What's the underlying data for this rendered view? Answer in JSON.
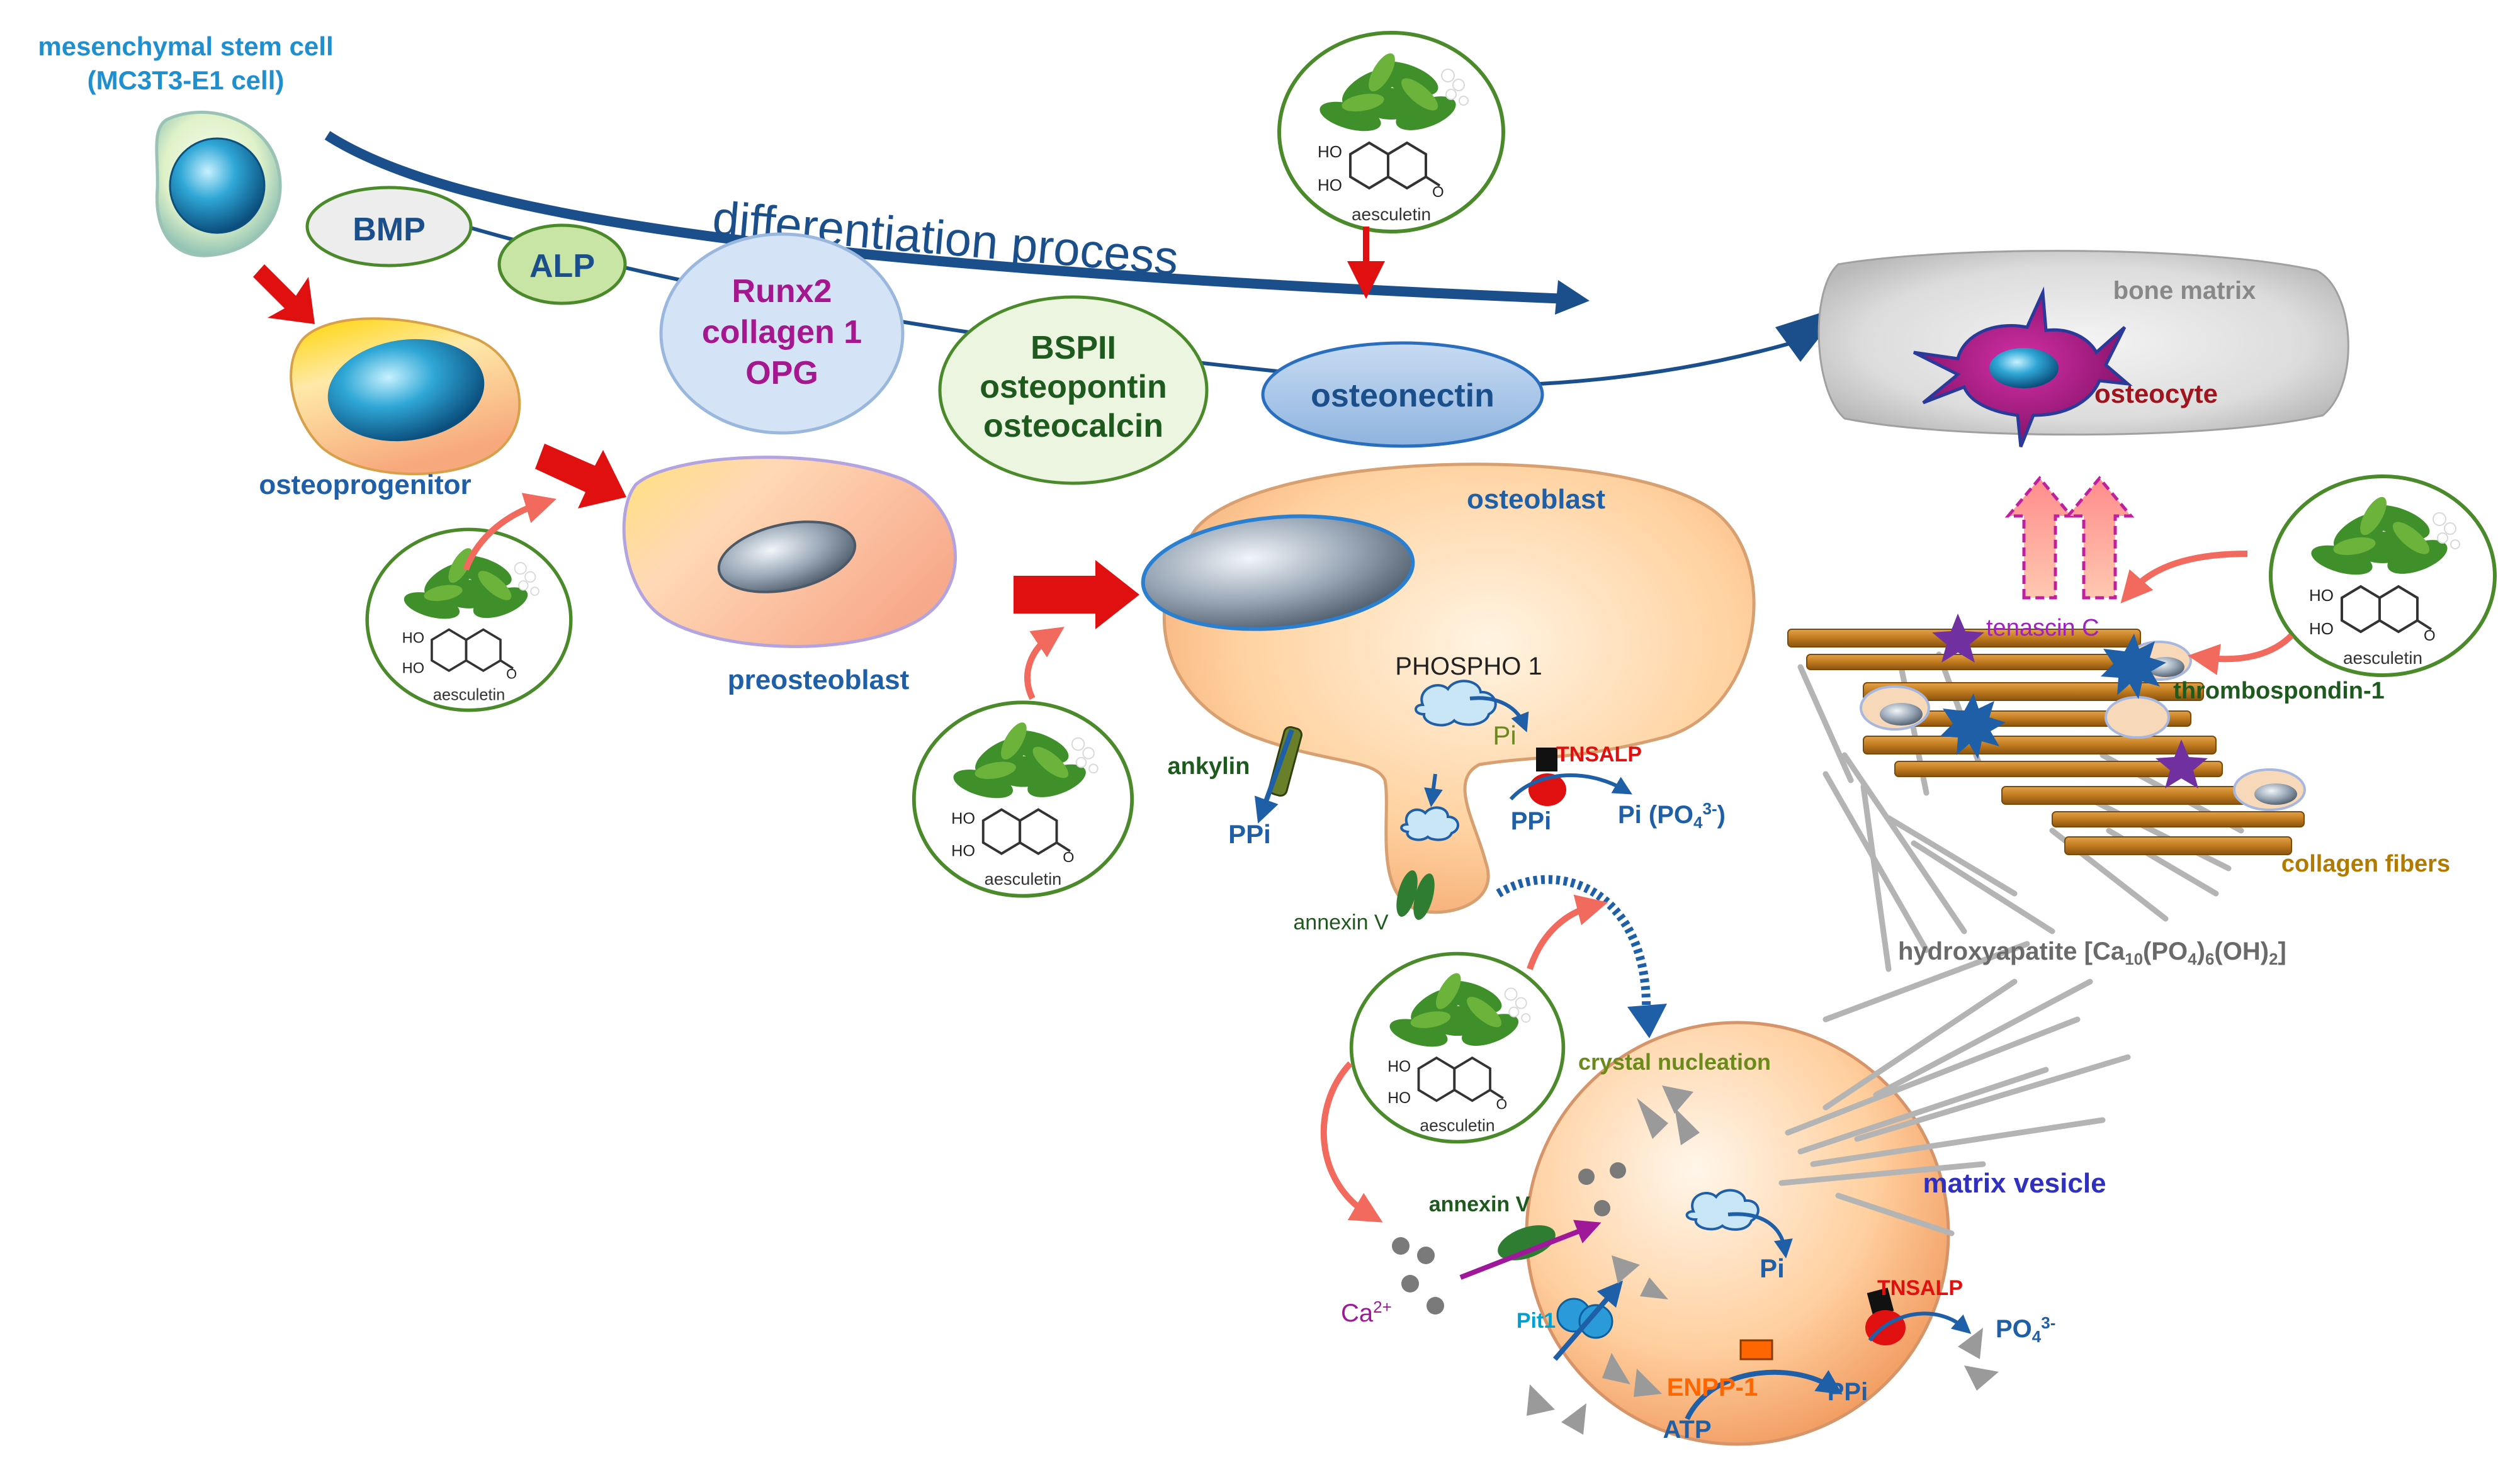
{
  "labels": {
    "msc_line1": "mesenchymal  stem cell",
    "msc_line2": "(MC3T3-E1 cell)",
    "osteoprogenitor": "osteoprogenitor",
    "preosteoblast": "preosteoblast",
    "osteoblast": "osteoblast",
    "osteocyte": "osteocyte",
    "bone_matrix": "bone matrix",
    "differentiation_process": "differentiation process",
    "phospho1": "PHOSPHO 1",
    "pi": "Pi",
    "ankylin": "ankylin",
    "ppi": "PPi",
    "tnsalp": "TNSALP",
    "pi_po4_pre": "Pi (PO",
    "pi_po4_sub": "4",
    "pi_po4_sup": "3-",
    "pi_po4_post": ")",
    "annexin_v": "annexin V",
    "crystal_nucleation": "crystal nucleation",
    "matrix_vesicle": "matrix vesicle",
    "ca_pre": "Ca",
    "ca_sup": "2+",
    "pit1": "Pit1",
    "enpp1": "ENPP-1",
    "atp": "ATP",
    "po4_pre": "PO",
    "po4_sub": "4",
    "po4_sup": "3-",
    "tenascin_c": "tenascin C",
    "thrombospondin": "thrombospondin-1",
    "collagen_fibers": "collagen fibers",
    "hap_pre": "hydroxyapatite [Ca",
    "hap_sub1": "10",
    "hap_mid1": "(PO",
    "hap_sub2": "4",
    "hap_mid2": ")",
    "hap_sub3": "6",
    "hap_post": "(OH)",
    "hap_sub4": "2",
    "hap_end": "]",
    "aesculetin": "aesculetin",
    "ho": "HO",
    "o": "O"
  },
  "markers": {
    "bmp": "BMP",
    "alp": "ALP",
    "runx2_line1": "Runx2",
    "runx2_line2": "collagen 1",
    "runx2_line3": "OPG",
    "bsp_line1": "BSPII",
    "bsp_line2": "osteopontin",
    "bsp_line3": "osteocalcin",
    "osteonectin": "osteonectin"
  },
  "colors": {
    "blue_label": "#1f5fa8",
    "dark_blue": "#1b4f8c",
    "magenta": "#a4178f",
    "green_label": "#1e5a1e",
    "red": "#e01010",
    "salmon": "#f26a5e",
    "dark_red": "#a0141e",
    "gray": "#7a7a7a",
    "brown": "#b37a00",
    "purple": "#7030a0",
    "orange": "#ff6600",
    "cyan": "#00a0d0"
  }
}
